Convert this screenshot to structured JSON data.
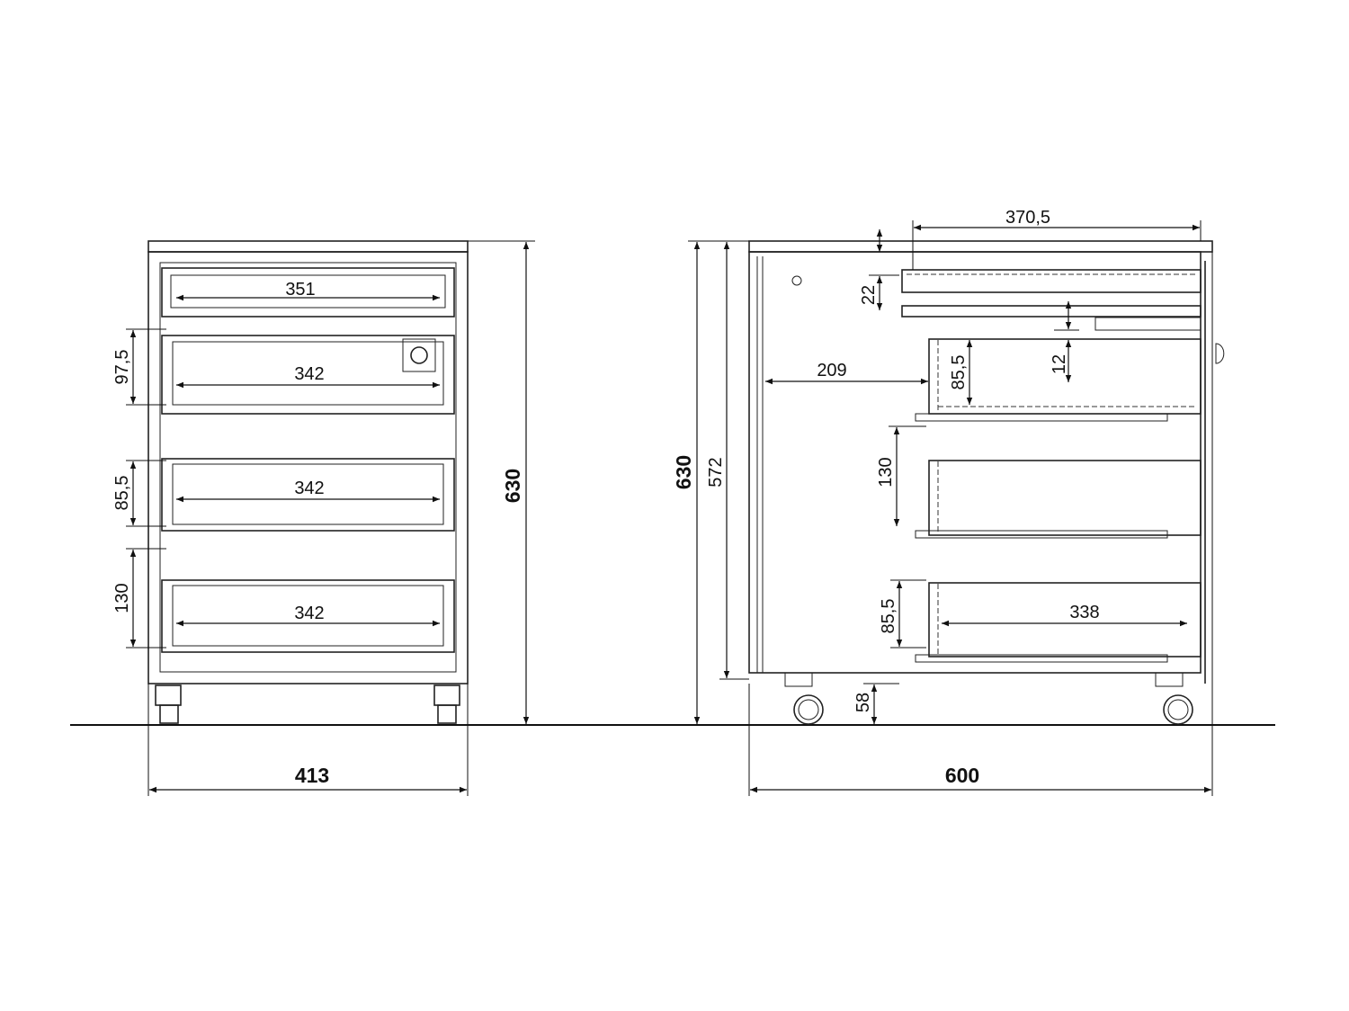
{
  "front_view": {
    "width": "413",
    "height": "630",
    "top_drawer_width": "351",
    "drawer_widths": [
      "342",
      "342",
      "342"
    ],
    "drawer_heights": [
      "97,5",
      "85,5",
      "130"
    ]
  },
  "side_view": {
    "depth": "600",
    "height": "630",
    "inner_height": "572",
    "top_drawer_depth": "370,5",
    "top_offset": "22",
    "gap": "12",
    "setback": "209",
    "drawer_heights": [
      "85,5",
      "130",
      "85,5"
    ],
    "drawer_depth": "338",
    "floor_clearance": "58"
  }
}
